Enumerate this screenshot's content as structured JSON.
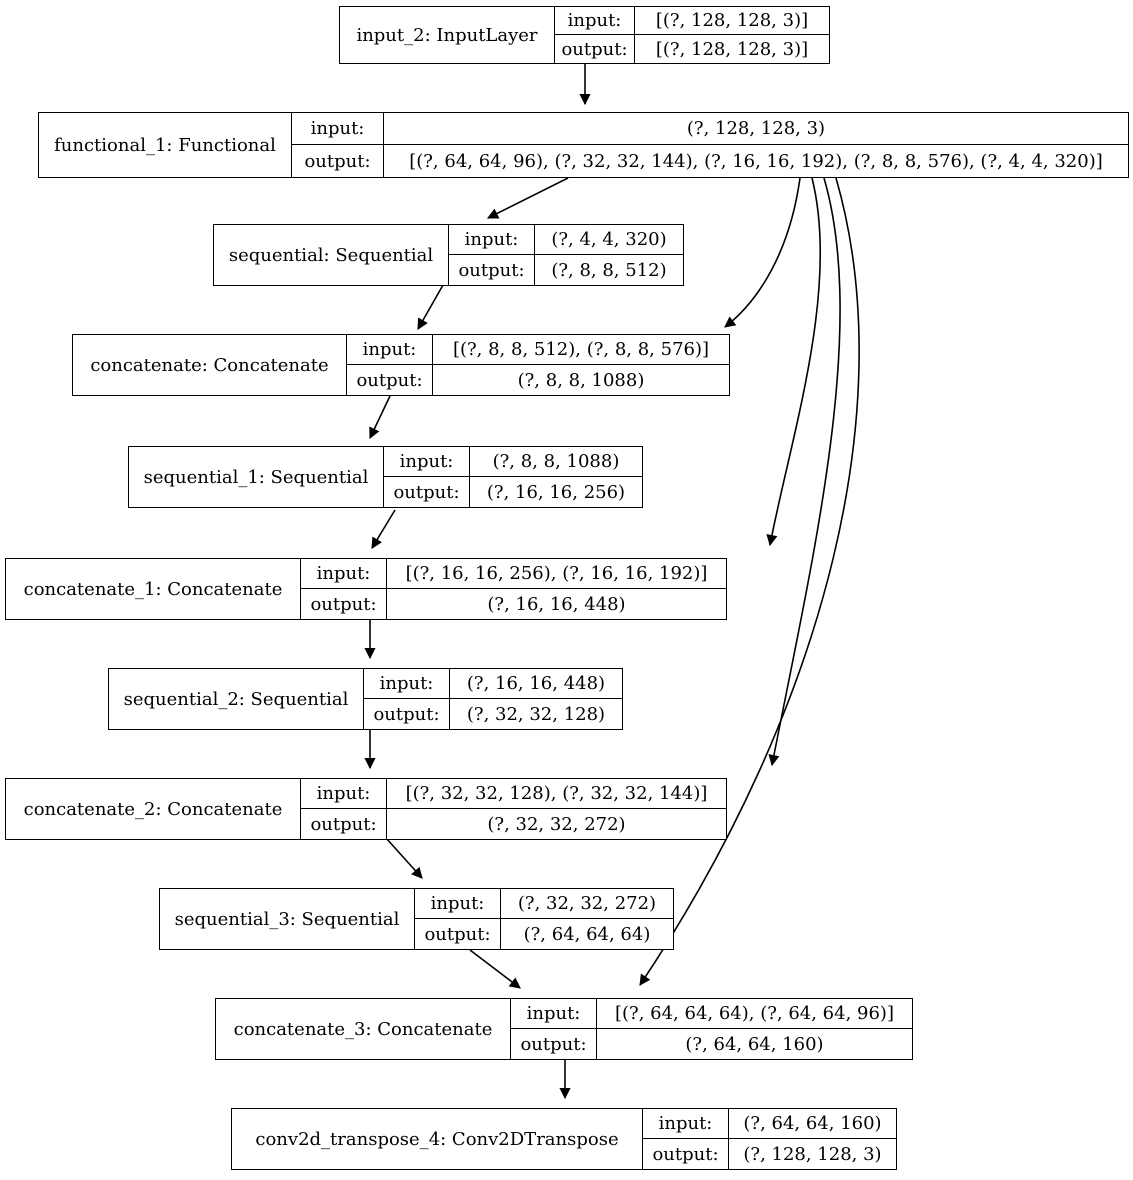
{
  "diagram": {
    "title": "Keras model architecture graph",
    "io_labels": {
      "input": "input:",
      "output": "output:"
    },
    "colors": {
      "stroke": "#000000",
      "fill": "#ffffff"
    },
    "nodes": [
      {
        "id": "input_2",
        "name": "input_2: InputLayer",
        "input": "[(?, 128, 128, 3)]",
        "output": "[(?, 128, 128, 3)]"
      },
      {
        "id": "functional_1",
        "name": "functional_1: Functional",
        "input": "(?, 128, 128, 3)",
        "output": "[(?, 64, 64, 96), (?, 32, 32, 144), (?, 16, 16, 192), (?, 8, 8, 576), (?, 4, 4, 320)]"
      },
      {
        "id": "sequential",
        "name": "sequential: Sequential",
        "input": "(?, 4, 4, 320)",
        "output": "(?, 8, 8, 512)"
      },
      {
        "id": "concatenate",
        "name": "concatenate: Concatenate",
        "input": "[(?, 8, 8, 512), (?, 8, 8, 576)]",
        "output": "(?, 8, 8, 1088)"
      },
      {
        "id": "sequential_1",
        "name": "sequential_1: Sequential",
        "input": "(?, 8, 8, 1088)",
        "output": "(?, 16, 16, 256)"
      },
      {
        "id": "concatenate_1",
        "name": "concatenate_1: Concatenate",
        "input": "[(?, 16, 16, 256), (?, 16, 16, 192)]",
        "output": "(?, 16, 16, 448)"
      },
      {
        "id": "sequential_2",
        "name": "sequential_2: Sequential",
        "input": "(?, 16, 16, 448)",
        "output": "(?, 32, 32, 128)"
      },
      {
        "id": "concatenate_2",
        "name": "concatenate_2: Concatenate",
        "input": "[(?, 32, 32, 128), (?, 32, 32, 144)]",
        "output": "(?, 32, 32, 272)"
      },
      {
        "id": "sequential_3",
        "name": "sequential_3: Sequential",
        "input": "(?, 32, 32, 272)",
        "output": "(?, 64, 64, 64)"
      },
      {
        "id": "concatenate_3",
        "name": "concatenate_3: Concatenate",
        "input": "[(?, 64, 64, 64), (?, 64, 64, 96)]",
        "output": "(?, 64, 64, 160)"
      },
      {
        "id": "conv2d_transpose_4",
        "name": "conv2d_transpose_4: Conv2DTranspose",
        "input": "(?, 64, 64, 160)",
        "output": "(?, 128, 128, 3)"
      }
    ],
    "edges": [
      {
        "from": "input_2",
        "to": "functional_1"
      },
      {
        "from": "functional_1",
        "to": "sequential"
      },
      {
        "from": "functional_1",
        "to": "concatenate"
      },
      {
        "from": "functional_1",
        "to": "concatenate_1"
      },
      {
        "from": "functional_1",
        "to": "concatenate_2"
      },
      {
        "from": "functional_1",
        "to": "concatenate_3"
      },
      {
        "from": "sequential",
        "to": "concatenate"
      },
      {
        "from": "concatenate",
        "to": "sequential_1"
      },
      {
        "from": "sequential_1",
        "to": "concatenate_1"
      },
      {
        "from": "concatenate_1",
        "to": "sequential_2"
      },
      {
        "from": "sequential_2",
        "to": "concatenate_2"
      },
      {
        "from": "concatenate_2",
        "to": "sequential_3"
      },
      {
        "from": "sequential_3",
        "to": "concatenate_3"
      },
      {
        "from": "concatenate_3",
        "to": "conv2d_transpose_4"
      }
    ]
  }
}
